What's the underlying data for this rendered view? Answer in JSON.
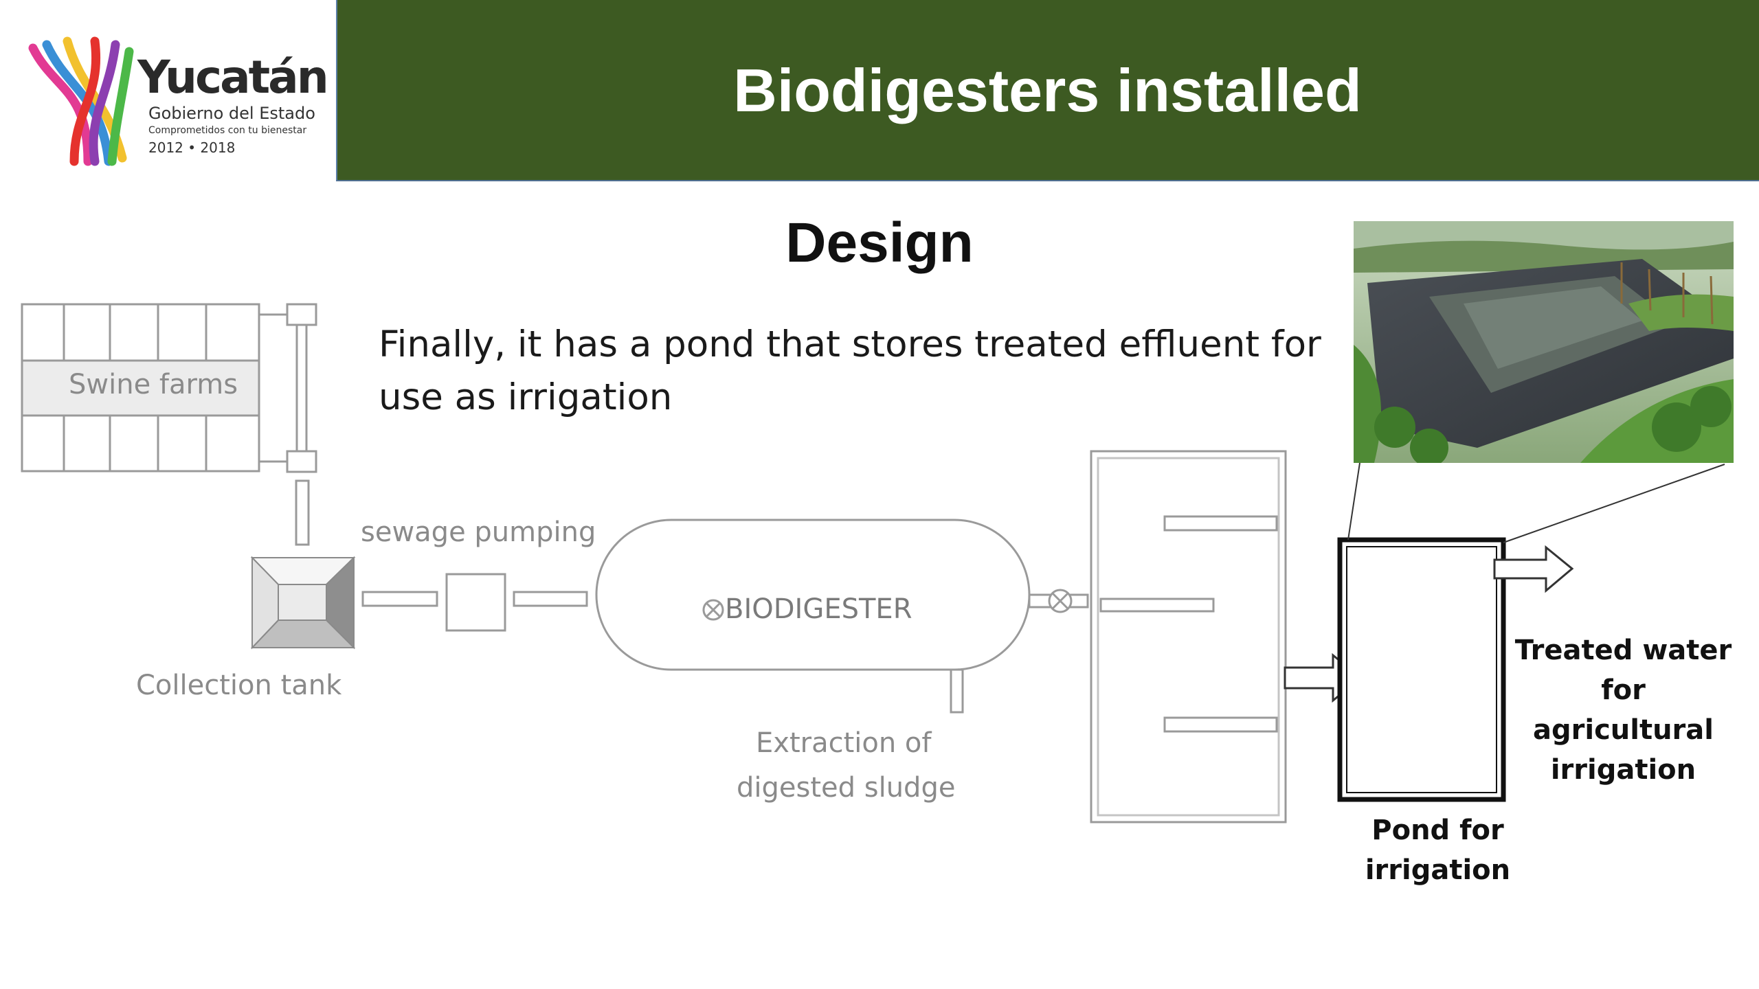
{
  "header": {
    "title": "Biodigesters installed"
  },
  "logo": {
    "name": "Yucatán",
    "line1": "Gobierno del Estado",
    "line2": "Comprometidos con tu bienestar",
    "line3": "2012 • 2018"
  },
  "main": {
    "heading": "Design",
    "intro_line1": "Finally, it has a pond that stores treated effluent for",
    "intro_line2": "use as irrigation"
  },
  "diagram": {
    "swine_farms": "Swine farms",
    "sewage_pumping": "sewage pumping",
    "collection_tank": "Collection tank",
    "biodigester": "BIODIGESTER",
    "sludge_line1": "Extraction of",
    "sludge_line2": "digested sludge",
    "pond_line1": "Pond for",
    "pond_line2": "irrigation",
    "treated_line1": "Treated water",
    "treated_line2": "for agricultural",
    "treated_line3": "irrigation"
  },
  "colors": {
    "header_bg": "#3d5a22",
    "diagram_stroke": "#9a9a9a",
    "pond_stroke": "#111111"
  }
}
